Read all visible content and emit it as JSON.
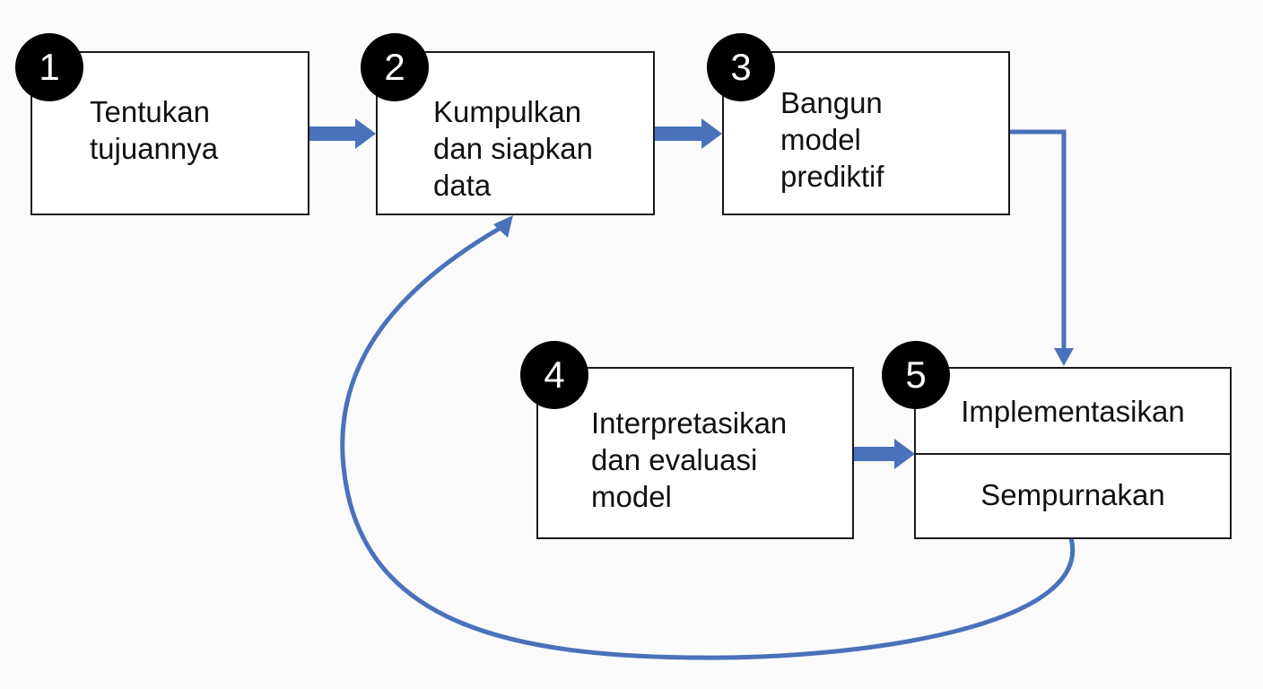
{
  "colors": {
    "arrow": "#4a72bb",
    "border": "#1a1a1a",
    "badge": "#000000"
  },
  "steps": [
    {
      "number": "1",
      "label": "Tentukan\ntujuannya"
    },
    {
      "number": "2",
      "label": "Kumpulkan\ndan siapkan\ndata"
    },
    {
      "number": "3",
      "label": "Bangun\nmodel\nprediktif"
    },
    {
      "number": "4",
      "label": "Interpretasikan\ndan evaluasi\nmodel"
    },
    {
      "number": "5",
      "label_top": "Implementasikan",
      "label_bottom": "Sempurnakan"
    }
  ]
}
